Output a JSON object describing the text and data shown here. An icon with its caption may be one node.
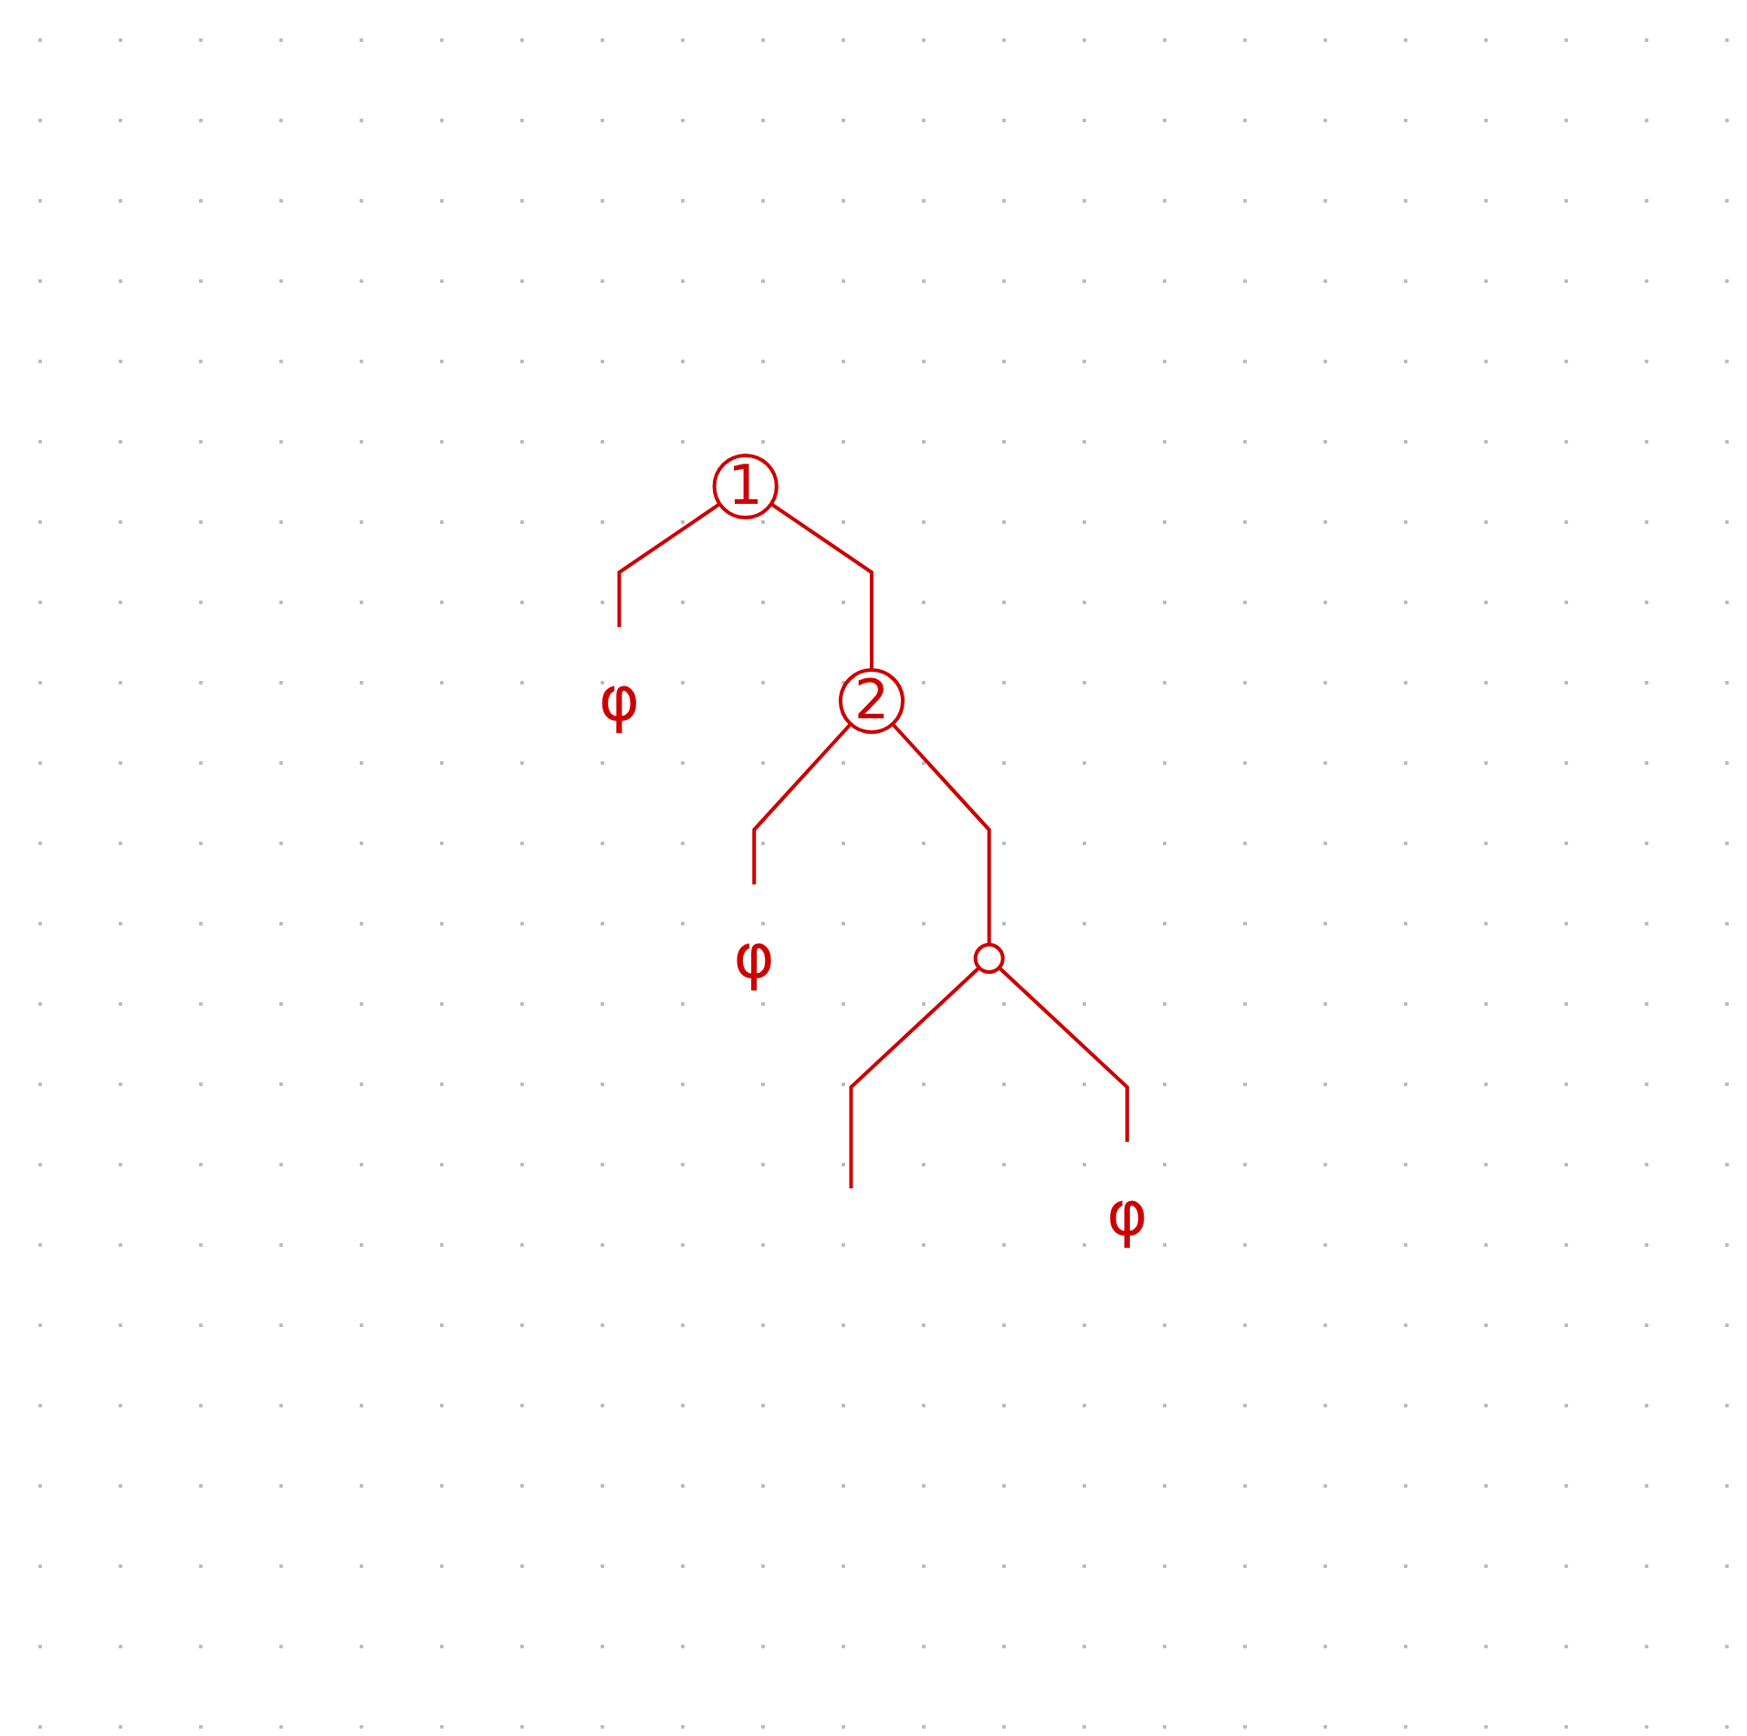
{
  "diagram": {
    "nodes": [
      {
        "text": [
          "1"
        ]
      },
      {
        "text": [
          "φ"
        ]
      },
      {
        "text": [
          "2"
        ]
      },
      {
        "text": [
          "φ"
        ]
      },
      {
        "text": [],
        "shape": "circle"
      },
      {
        "text": [
          "φ"
        ]
      }
    ],
    "edges": [
      {
        "from": 0,
        "to": 2,
        "arrow": "none"
      },
      {
        "from": 0,
        "to": 1,
        "arrow": "none"
      },
      {
        "from": 2,
        "to": 4,
        "arrow": "none"
      },
      {
        "from": 2,
        "to": 3,
        "arrow": "none"
      },
      {
        "from": 4,
        "to": null,
        "arrow": "none"
      },
      {
        "from": 4,
        "to": 5,
        "arrow": "none"
      }
    ]
  }
}
